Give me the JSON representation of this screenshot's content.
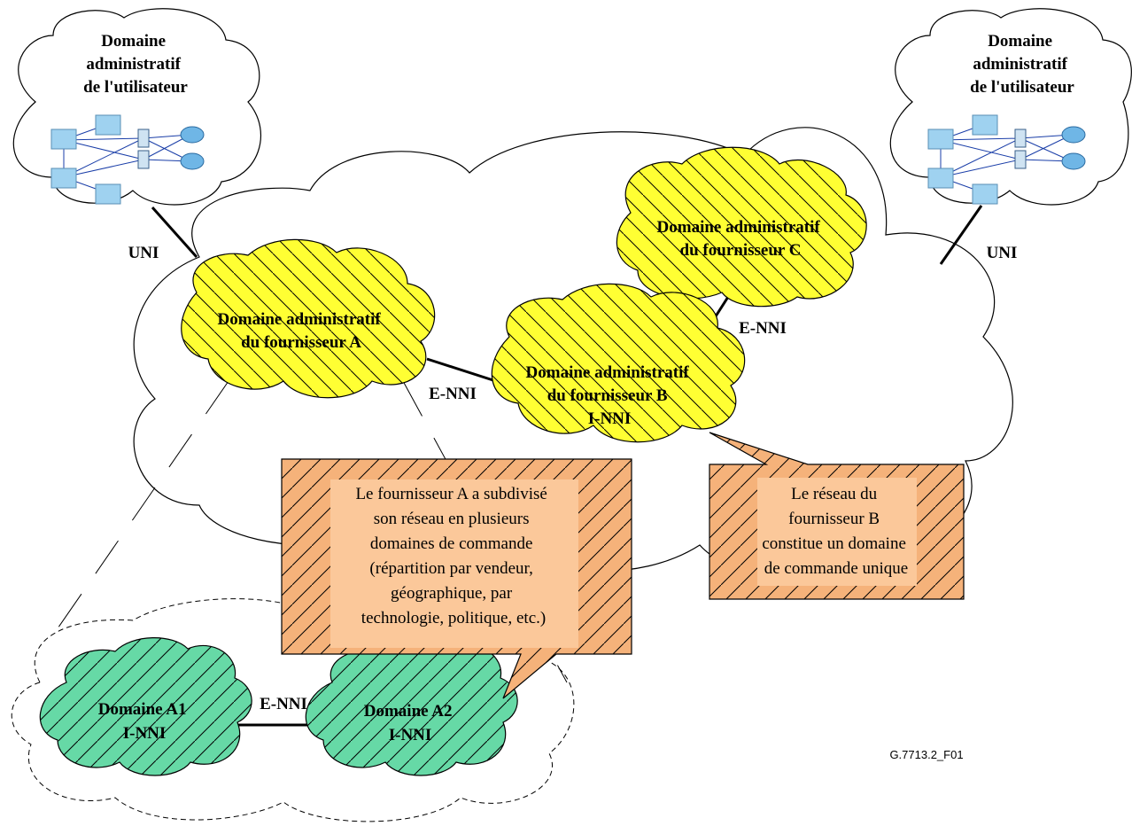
{
  "user_domains": {
    "left": {
      "lines": [
        "Domaine",
        "administratif",
        "de l'utilisateur"
      ]
    },
    "right": {
      "lines": [
        "Domaine",
        "administratif",
        "de l'utilisateur"
      ]
    }
  },
  "provider_domains": {
    "a": {
      "lines": [
        "Domaine administratif",
        "du fournisseur A"
      ]
    },
    "b": {
      "lines": [
        "Domaine administratif",
        "du fournisseur B",
        "I-NNI"
      ]
    },
    "c": {
      "lines": [
        "Domaine administratif",
        "du fournisseur C"
      ]
    }
  },
  "sub_domains": {
    "a1": {
      "lines": [
        "Domaine A1",
        "I-NNI"
      ]
    },
    "a2": {
      "lines": [
        "Domaine A2",
        "I-NNI"
      ]
    }
  },
  "interfaces": {
    "uni_left": "UNI",
    "uni_right": "UNI",
    "enni_ab": "E-NNI",
    "enni_bc": "E-NNI",
    "enni_a1a2": "E-NNI"
  },
  "callouts": {
    "provider_a": {
      "lines": [
        "Le fournisseur A a subdivisé",
        "son réseau en plusieurs",
        "domaines de commande",
        "(répartition par vendeur,",
        "géographique, par",
        "technologie, politique, etc.)"
      ]
    },
    "provider_b": {
      "lines": [
        "Le réseau du",
        "fournisseur B",
        "constitue un domaine",
        "de commande unique"
      ]
    }
  },
  "figure_ref": "G.7713.2_F01",
  "colors": {
    "provider_fill": "#ffff33",
    "sub_domain_fill": "#66d9a6",
    "callout_fill": "#f5b27a",
    "callout_text_bg": "#fbc89a",
    "device_fill": "#9fd2f0"
  }
}
